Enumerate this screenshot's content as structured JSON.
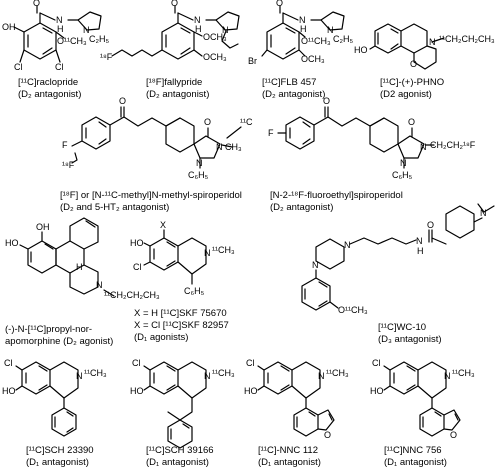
{
  "compounds": [
    {
      "caption_lines": [
        "[¹¹C]raclopride",
        "(D₂ antagonist)"
      ],
      "atoms": [
        "O",
        "N",
        "H",
        "N",
        "C₂H₅",
        "OH",
        "O¹¹CH₃",
        "Cl",
        "Cl"
      ]
    },
    {
      "caption_lines": [
        "[¹⁸F]fallypride",
        "(D₂ antagonist)"
      ],
      "atoms": [
        "O",
        "N",
        "H",
        "N",
        "OCH₃",
        "OCH₃",
        "¹⁸F"
      ]
    },
    {
      "caption_lines": [
        "[¹¹C]FLB 457",
        "(D₂ antagonist)"
      ],
      "atoms": [
        "O",
        "N",
        "H",
        "N",
        "C₂H₅",
        "O¹¹CH₃",
        "OCH₃",
        "Br"
      ]
    },
    {
      "caption_lines": [
        "[¹¹C]-(+)-PHNO",
        "(D2 agonist)"
      ],
      "atoms": [
        "HO",
        "O",
        "N",
        "¹¹CH₂CH₂CH₃"
      ]
    },
    {
      "caption_lines": [
        "[¹⁸F] or [N-¹¹C-methyl]N-methyl-spiroperidol",
        "(D₂ and 5-HT₂ antagonist)"
      ],
      "atoms": [
        "F",
        "¹⁸F",
        "O",
        "O",
        "¹¹C",
        "N",
        "CH₃",
        "N",
        "C₆H₅"
      ]
    },
    {
      "caption_lines": [
        "[N-2-¹⁸F-fluoroethyl]spiroperidol",
        "(D₂ antagonist)"
      ],
      "atoms": [
        "F",
        "O",
        "O",
        "N",
        "CH₂CH₂¹⁸F",
        "N",
        "C₆H₅"
      ]
    },
    {
      "caption_lines": [
        "(-)-N-[¹¹C]propyl-nor-",
        "apomorphine (D₂ agonist)"
      ],
      "atoms": [
        "OH",
        "HO",
        "H",
        "N",
        "¹¹CH₂CH₂CH₃"
      ]
    },
    {
      "caption_lines": [
        "X = H     [¹¹C]SKF 75670",
        "X = Cl   [¹¹C]SKF 82957",
        "(D₁ agonists)"
      ],
      "atoms": [
        "X",
        "HO",
        "Cl",
        "N",
        "¹¹CH₃",
        "C₆H₅"
      ]
    },
    {
      "caption_lines": [
        "[¹¹C]WC-10",
        "(D₃ antagonist)"
      ],
      "atoms": [
        "N",
        "N",
        "N",
        "H",
        "O",
        "N",
        "O¹¹CH₃"
      ]
    },
    {
      "caption_lines": [
        "[¹¹C]SCH 23390",
        "(D₁ antagonist)"
      ],
      "atoms": [
        "Cl",
        "HO",
        "N",
        "¹¹CH₃"
      ]
    },
    {
      "caption_lines": [
        "[¹¹C]SCH 39166",
        "(D₁ antagonist)"
      ],
      "atoms": [
        "Cl",
        "HO",
        "N",
        "¹¹CH₃"
      ]
    },
    {
      "caption_lines": [
        "[¹¹C]-NNC 112",
        "(D₁ antagonist)"
      ],
      "atoms": [
        "Cl",
        "HO",
        "N",
        "¹¹CH₃",
        "O"
      ]
    },
    {
      "caption_lines": [
        "[¹¹C]NNC 756",
        "(D₁ antagonist)"
      ],
      "atoms": [
        "Cl",
        "HO",
        "N",
        "¹¹CH₃",
        "O"
      ]
    }
  ]
}
